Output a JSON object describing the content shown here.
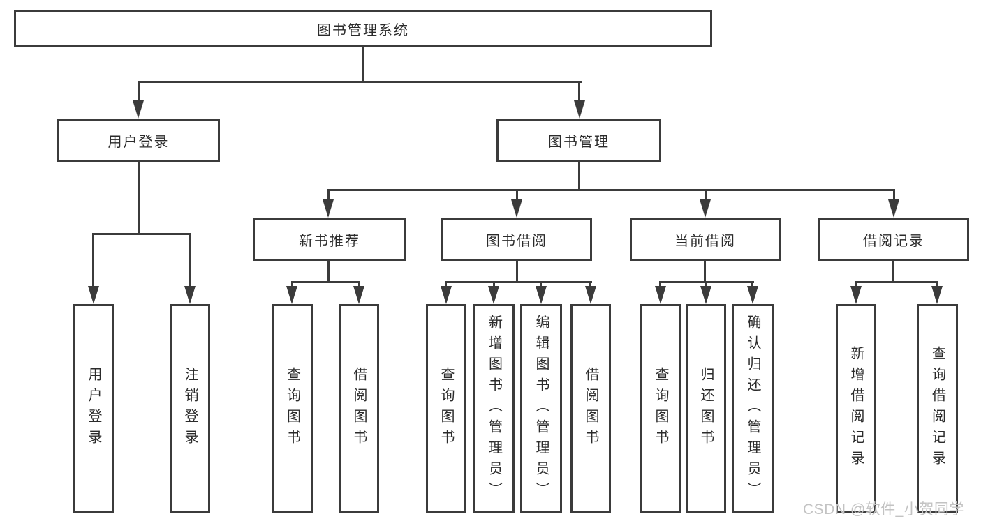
{
  "diagram_title": "图书管理系统",
  "tree": {
    "root": {
      "label": "图书管理系统"
    },
    "branches": [
      {
        "label": "用户登录",
        "children": [
          {
            "label": "用户登录"
          },
          {
            "label": "注销登录"
          }
        ]
      },
      {
        "label": "图书管理",
        "children": [
          {
            "label": "新书推荐",
            "children": [
              {
                "label": "查询图书"
              },
              {
                "label": "借阅图书"
              }
            ]
          },
          {
            "label": "图书借阅",
            "children": [
              {
                "label": "查询图书"
              },
              {
                "label": "新增图书（管理员）"
              },
              {
                "label": "编辑图书（管理员）"
              },
              {
                "label": "借阅图书"
              }
            ]
          },
          {
            "label": "当前借阅",
            "children": [
              {
                "label": "查询图书"
              },
              {
                "label": "归还图书"
              },
              {
                "label": "确认归还（管理员）"
              }
            ]
          },
          {
            "label": "借阅记录",
            "children": [
              {
                "label": "新增借阅记录"
              },
              {
                "label": "查询借阅记录"
              }
            ]
          }
        ]
      }
    ]
  },
  "watermark": "CSDN @软件_小贺同学",
  "colors": {
    "line": "#3b3b3b",
    "text": "#2b2b2b",
    "background": "#ffffff",
    "watermark": "#c3c3c3"
  }
}
